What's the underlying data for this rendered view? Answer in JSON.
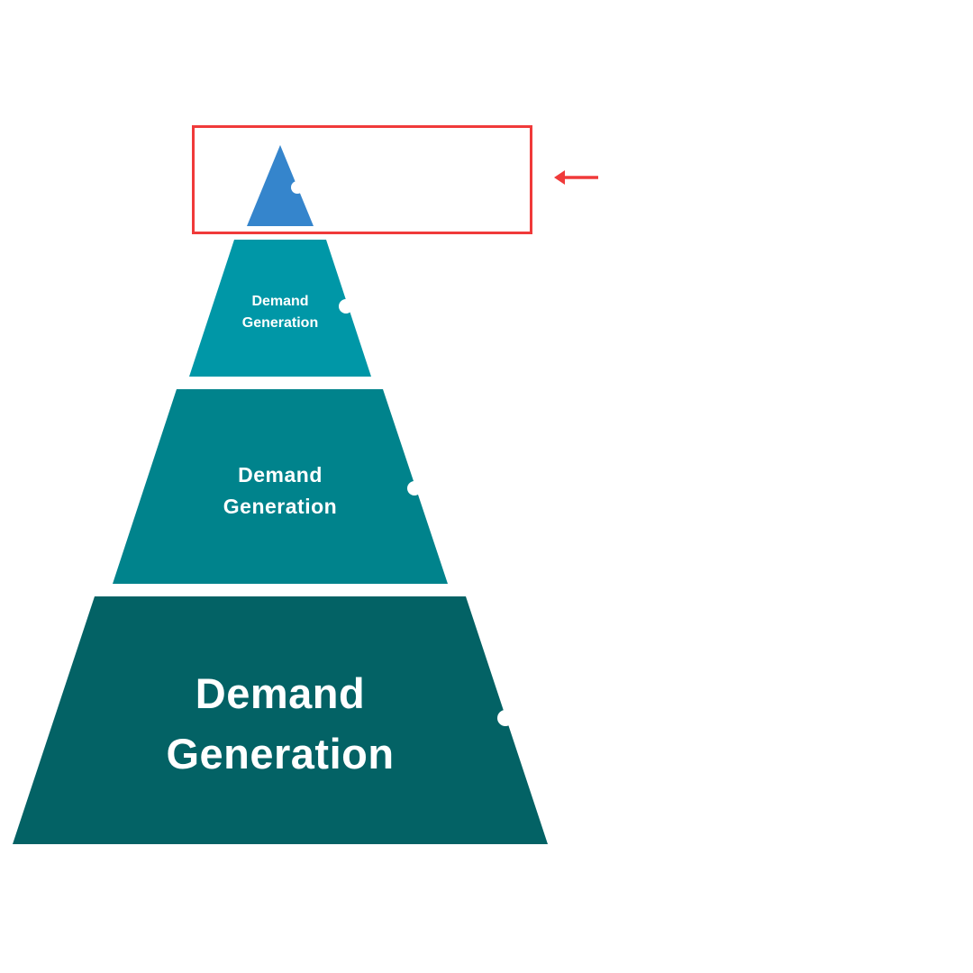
{
  "diagram": {
    "type": "pyramid",
    "tiers": [
      {
        "level": 1,
        "label_line1": "",
        "label_line2": "",
        "color": "#3585cc",
        "highlighted": true
      },
      {
        "level": 2,
        "label_line1": "Demand",
        "label_line2": "Generation",
        "color": "#0097a7"
      },
      {
        "level": 3,
        "label_line1": "Demand",
        "label_line2": "Generation",
        "color": "#00838c"
      },
      {
        "level": 4,
        "label_line1": "Demand",
        "label_line2": "Generation",
        "color": "#036265"
      }
    ],
    "annotation": {
      "highlight_box_color": "#f03a3a",
      "arrow_direction": "left",
      "arrow_color": "#f03a3a"
    },
    "notch_color": "#ffffff"
  }
}
